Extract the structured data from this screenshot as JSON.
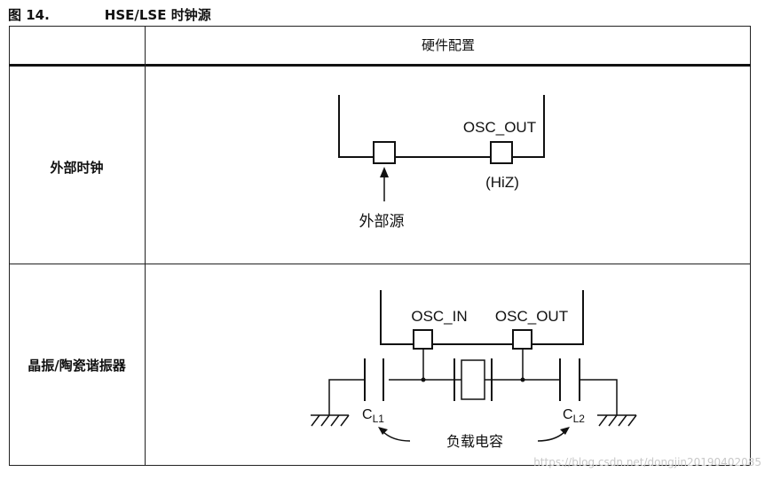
{
  "figure": {
    "number": "图 14.",
    "name": "HSE/LSE 时钟源"
  },
  "table": {
    "column_header": "硬件配置",
    "rows": [
      {
        "label": "外部时钟",
        "diagram": {
          "pin_label": "OSC_OUT",
          "pin_state": "(HiZ)",
          "source_label": "外部源"
        }
      },
      {
        "label": "晶振/陶瓷谐振器",
        "diagram": {
          "pin_in_label": "OSC_IN",
          "pin_out_label": "OSC_OUT",
          "cap1_main": "C",
          "cap1_sub": "L1",
          "cap2_main": "C",
          "cap2_sub": "L2",
          "load_caps_label": "负载电容"
        }
      }
    ]
  },
  "watermark": "https://blog.csdn.net/dongjin20190402085"
}
